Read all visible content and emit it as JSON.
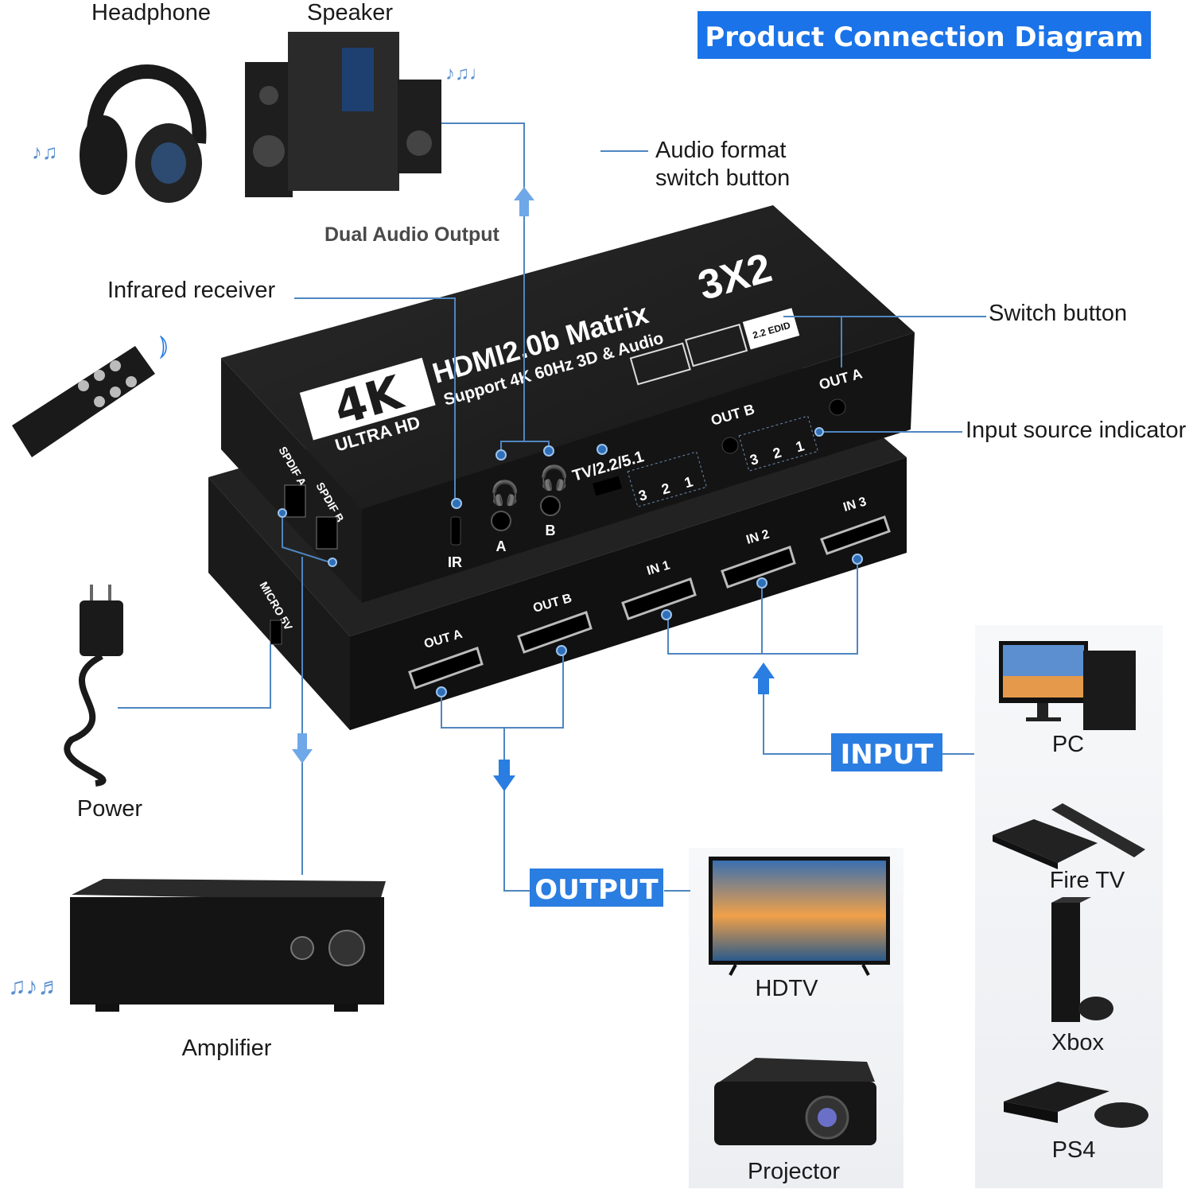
{
  "title": "Product Connection Diagram",
  "colors": {
    "title_bg": "#1a73e8",
    "badge_bg": "#2a7de1",
    "line": "#4f86c0",
    "arrow": "#6fa8e8",
    "device": "#1c1c1c"
  },
  "labels": {
    "headphone": "Headphone",
    "speaker": "Speaker",
    "audio_format_1": "Audio format",
    "audio_format_2": "switch button",
    "dual_audio": "Dual Audio Output",
    "infrared": "Infrared receiver",
    "switch_button": "Switch button",
    "input_indicator": "Input source indicator",
    "power": "Power",
    "amplifier": "Amplifier",
    "input_badge": "INPUT",
    "output_badge": "OUTPUT"
  },
  "sources": [
    "PC",
    "Fire TV",
    "Xbox",
    "PS4"
  ],
  "displays": [
    "HDTV",
    "Projector"
  ],
  "device": {
    "logo_4k": "4K",
    "logo_uhd": "ULTRA HD",
    "name": "HDMI2.0b Matrix",
    "subtitle": "Support 4K 60Hz 3D & Audio",
    "model": "3X2",
    "edid": "2.2 EDID",
    "out_a_btn": "OUT A",
    "out_b_btn": "OUT B",
    "ir": "IR",
    "jack_a": "A",
    "jack_b": "B",
    "audio_switch": "TV/2.2/5.1",
    "leds": [
      "3",
      "2",
      "1"
    ],
    "spdif_a": "SPDIF A",
    "spdif_b": "SPDIF B",
    "micro": "MICRO 5V",
    "ports": [
      "OUT A",
      "OUT B",
      "IN 1",
      "IN 2",
      "IN 3"
    ]
  }
}
